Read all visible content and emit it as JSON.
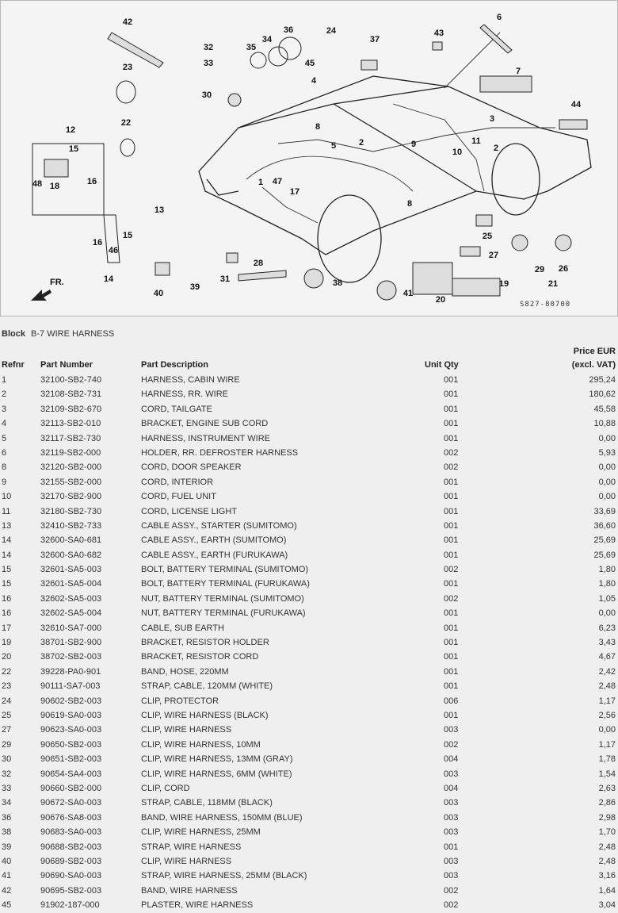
{
  "diagram": {
    "drawing_code": "S827-80700",
    "front_marker": "FR.",
    "callouts": [
      "42",
      "23",
      "22",
      "12",
      "15",
      "48",
      "18",
      "16",
      "13",
      "15",
      "16",
      "46",
      "14",
      "40",
      "39",
      "31",
      "28",
      "38",
      "41",
      "20",
      "19",
      "21",
      "29",
      "26",
      "27",
      "25",
      "32",
      "33",
      "30",
      "35",
      "34",
      "36",
      "45",
      "24",
      "37",
      "4",
      "8",
      "47",
      "17",
      "1",
      "5",
      "2",
      "9",
      "8",
      "3",
      "11",
      "10",
      "2",
      "43",
      "6",
      "7",
      "44"
    ]
  },
  "block": {
    "label": "Block",
    "title": "B-7 WIRE HARNESS"
  },
  "table": {
    "headers": {
      "ref": "Refnr",
      "part_number": "Part Number",
      "description": "Part Description",
      "qty": "Unit Qty",
      "price_line1": "Price EUR",
      "price_line2": "(excl. VAT)"
    },
    "rows": [
      {
        "ref": "1",
        "pn": "32100-SB2-740",
        "desc": "HARNESS, CABIN WIRE",
        "qty": "001",
        "price": "295,24"
      },
      {
        "ref": "2",
        "pn": "32108-SB2-731",
        "desc": "HARNESS, RR. WIRE",
        "qty": "001",
        "price": "180,62"
      },
      {
        "ref": "3",
        "pn": "32109-SB2-670",
        "desc": "CORD, TAILGATE",
        "qty": "001",
        "price": "45,58"
      },
      {
        "ref": "4",
        "pn": "32113-SB2-010",
        "desc": "BRACKET, ENGINE SUB CORD",
        "qty": "001",
        "price": "10,88"
      },
      {
        "ref": "5",
        "pn": "32117-SB2-730",
        "desc": "HARNESS, INSTRUMENT WIRE",
        "qty": "001",
        "price": "0,00"
      },
      {
        "ref": "6",
        "pn": "32119-SB2-000",
        "desc": "HOLDER, RR. DEFROSTER HARNESS",
        "qty": "002",
        "price": "5,93"
      },
      {
        "ref": "8",
        "pn": "32120-SB2-000",
        "desc": "CORD, DOOR SPEAKER",
        "qty": "002",
        "price": "0,00"
      },
      {
        "ref": "9",
        "pn": "32155-SB2-000",
        "desc": "CORD, INTERIOR",
        "qty": "001",
        "price": "0,00"
      },
      {
        "ref": "10",
        "pn": "32170-SB2-900",
        "desc": "CORD, FUEL UNIT",
        "qty": "001",
        "price": "0,00"
      },
      {
        "ref": "11",
        "pn": "32180-SB2-730",
        "desc": "CORD, LICENSE LIGHT",
        "qty": "001",
        "price": "33,69"
      },
      {
        "ref": "13",
        "pn": "32410-SB2-733",
        "desc": "CABLE ASSY., STARTER (SUMITOMO)",
        "qty": "001",
        "price": "36,60"
      },
      {
        "ref": "14",
        "pn": "32600-SA0-681",
        "desc": "CABLE ASSY., EARTH (SUMITOMO)",
        "qty": "001",
        "price": "25,69"
      },
      {
        "ref": "14",
        "pn": "32600-SA0-682",
        "desc": "CABLE ASSY., EARTH (FURUKAWA)",
        "qty": "001",
        "price": "25,69"
      },
      {
        "ref": "15",
        "pn": "32601-SA5-003",
        "desc": "BOLT, BATTERY TERMINAL (SUMITOMO)",
        "qty": "002",
        "price": "1,80"
      },
      {
        "ref": "15",
        "pn": "32601-SA5-004",
        "desc": "BOLT, BATTERY TERMINAL (FURUKAWA)",
        "qty": "001",
        "price": "1,80"
      },
      {
        "ref": "16",
        "pn": "32602-SA5-003",
        "desc": "NUT, BATTERY TERMINAL (SUMITOMO)",
        "qty": "002",
        "price": "1,05"
      },
      {
        "ref": "16",
        "pn": "32602-SA5-004",
        "desc": "NUT, BATTERY TERMINAL (FURUKAWA)",
        "qty": "001",
        "price": "0,00"
      },
      {
        "ref": "17",
        "pn": "32610-SA7-000",
        "desc": "CABLE, SUB EARTH",
        "qty": "001",
        "price": "6,23"
      },
      {
        "ref": "19",
        "pn": "38701-SB2-900",
        "desc": "BRACKET, RESISTOR HOLDER",
        "qty": "001",
        "price": "3,43"
      },
      {
        "ref": "20",
        "pn": "38702-SB2-003",
        "desc": "BRACKET, RESISTOR CORD",
        "qty": "001",
        "price": "4,67"
      },
      {
        "ref": "22",
        "pn": "39228-PA0-901",
        "desc": "BAND, HOSE, 220MM",
        "qty": "001",
        "price": "2,42"
      },
      {
        "ref": "23",
        "pn": "90111-SA7-003",
        "desc": "STRAP, CABLE, 120MM (WHITE)",
        "qty": "001",
        "price": "2,48"
      },
      {
        "ref": "24",
        "pn": "90602-SB2-003",
        "desc": "CLIP, PROTECTOR",
        "qty": "006",
        "price": "1,17"
      },
      {
        "ref": "25",
        "pn": "90619-SA0-003",
        "desc": "CLIP, WIRE HARNESS (BLACK)",
        "qty": "001",
        "price": "2,56"
      },
      {
        "ref": "27",
        "pn": "90623-SA0-003",
        "desc": "CLIP, WIRE HARNESS",
        "qty": "003",
        "price": "0,00"
      },
      {
        "ref": "29",
        "pn": "90650-SB2-003",
        "desc": "CLIP, WIRE HARNESS, 10MM",
        "qty": "002",
        "price": "1,17"
      },
      {
        "ref": "30",
        "pn": "90651-SB2-003",
        "desc": "CLIP, WIRE HARNESS, 13MM (GRAY)",
        "qty": "004",
        "price": "1,78"
      },
      {
        "ref": "32",
        "pn": "90654-SA4-003",
        "desc": "CLIP, WIRE HARNESS, 6MM (WHITE)",
        "qty": "003",
        "price": "1,54"
      },
      {
        "ref": "33",
        "pn": "90660-SB2-000",
        "desc": "CLIP, CORD",
        "qty": "004",
        "price": "2,63"
      },
      {
        "ref": "34",
        "pn": "90672-SA0-003",
        "desc": "STRAP, CABLE, 118MM (BLACK)",
        "qty": "003",
        "price": "2,86"
      },
      {
        "ref": "36",
        "pn": "90676-SA8-003",
        "desc": "BAND, WIRE HARNESS, 150MM (BLUE)",
        "qty": "003",
        "price": "2,98"
      },
      {
        "ref": "38",
        "pn": "90683-SA0-003",
        "desc": "CLIP, WIRE HARNESS, 25MM",
        "qty": "003",
        "price": "1,70"
      },
      {
        "ref": "39",
        "pn": "90688-SB2-003",
        "desc": "STRAP, WIRE HARNESS",
        "qty": "001",
        "price": "2,48"
      },
      {
        "ref": "40",
        "pn": "90689-SB2-003",
        "desc": "CLIP, WIRE HARNESS",
        "qty": "003",
        "price": "2,48"
      },
      {
        "ref": "41",
        "pn": "90690-SA0-003",
        "desc": "STRAP, WIRE HARNESS, 25MM (BLACK)",
        "qty": "003",
        "price": "3,16"
      },
      {
        "ref": "42",
        "pn": "90695-SB2-003",
        "desc": "BAND, WIRE HARNESS",
        "qty": "002",
        "price": "1,64"
      },
      {
        "ref": "45",
        "pn": "91902-187-000",
        "desc": "PLASTER, WIRE HARNESS",
        "qty": "002",
        "price": "3,04"
      }
    ]
  }
}
